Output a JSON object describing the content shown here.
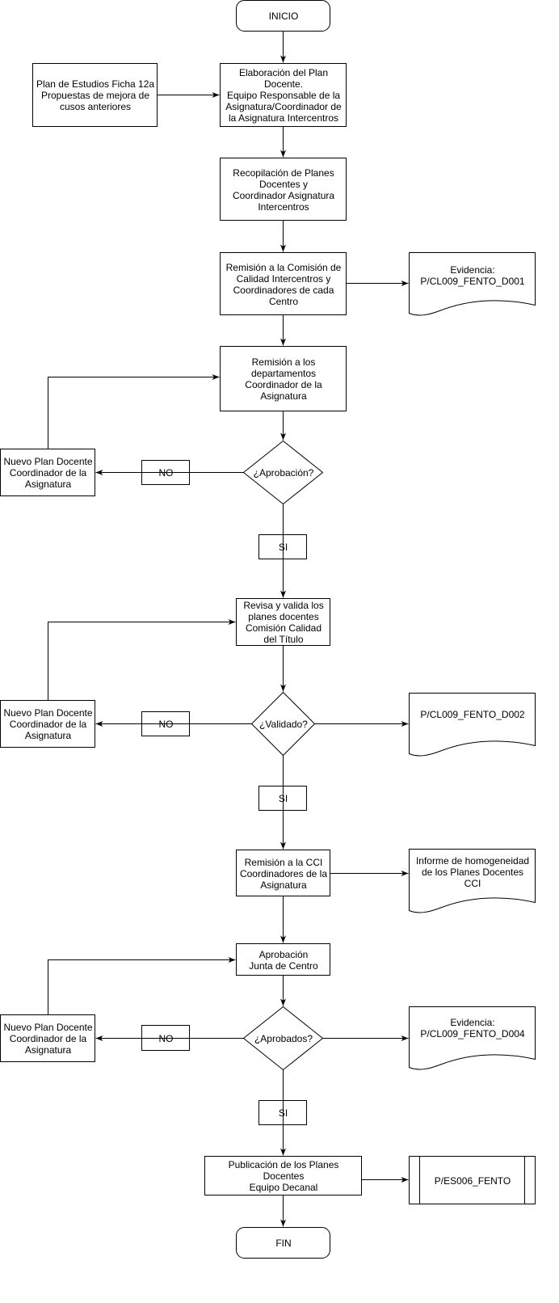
{
  "start": "INICIO",
  "end": "FIN",
  "inputs": {
    "plan_estudios": "Plan de Estudios Ficha 12a\nPropuestas de mejora de cusos anteriores"
  },
  "steps": {
    "elaboracion": "Elaboración del Plan Docente.\nEquipo Responsable de la Asignatura/Coordinador de la Asignatura Intercentros",
    "recopilacion": "Recopilación de Planes Docentes y\nCoordinador Asignatura Intercentros",
    "remision_comision": "Remisión a la Comisión de Calidad Intercentros y Coordinadores de cada Centro",
    "remision_departamentos": "Remisión a los departamentos\nCoordinador de la Asignatura",
    "revisa_valida": "Revisa y valida los planes docentes\nComisión Calidad del Título",
    "remision_cci": "Remisión a la CCI\nCoordinadores de la Asignatura",
    "aprobacion_junta": "Aprobación\nJunta de Centro",
    "publicacion": "Publicación de los Planes Docentes\nEquipo Decanal"
  },
  "decisions": {
    "aprobacion": "¿Aprobación?",
    "validado": "¿Validado?",
    "aprobados": "¿Aprobados?"
  },
  "branch_labels": {
    "no_1": "NO",
    "no_2": "NO",
    "no_3": "NO",
    "si_1": "SI",
    "si_2": "SI",
    "si_3": "SI"
  },
  "rework": {
    "nuevo_plan_1": "Nuevo Plan Docente Coordinador de la Asignatura",
    "nuevo_plan_2": "Nuevo Plan Docente Coordinador de la Asignatura",
    "nuevo_plan_3": "Nuevo Plan Docente Coordinador de la Asignatura"
  },
  "documents": {
    "evidencia_d001": "Evidencia:\nP/CL009_FENTO_D001",
    "d002": "P/CL009_FENTO_D002",
    "informe_cci": "Informe de homogeneidad de los Planes Docentes CCI",
    "evidencia_d004": "Evidencia:\nP/CL009_FENTO_D004",
    "es006": "P/ES006_FENTO"
  }
}
